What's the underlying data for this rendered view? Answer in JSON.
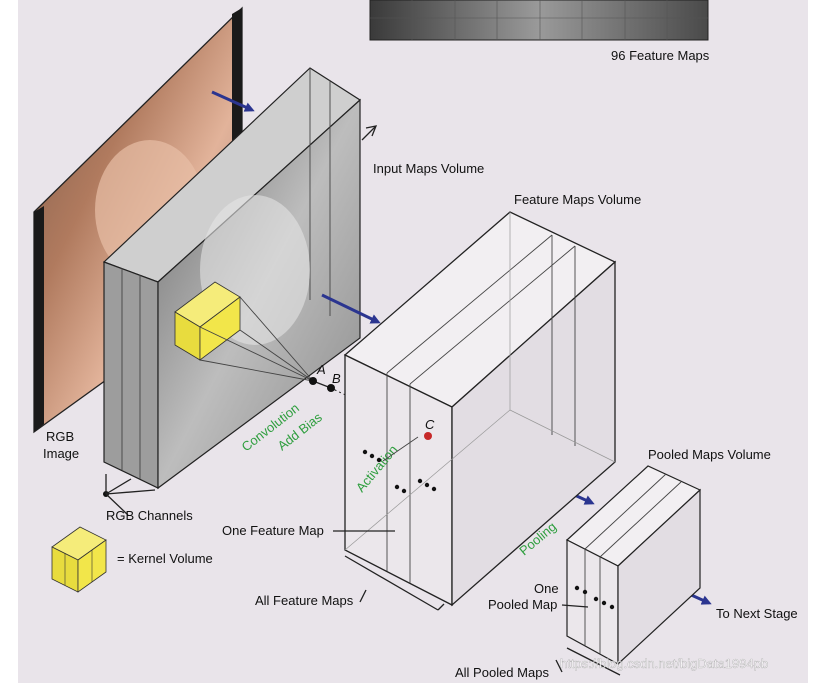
{
  "labels": {
    "feature_maps_96": "96 Feature Maps",
    "input_maps_volume": "Input Maps Volume",
    "feature_maps_volume": "Feature Maps Volume",
    "rgb_image_line1": "RGB",
    "rgb_image_line2": "Image",
    "rgb_channels": "RGB Channels",
    "kernel_volume": "= Kernel Volume",
    "convolution": "Convolution",
    "add_bias": "Add Bias",
    "activation": "Activation",
    "point_a": "A",
    "point_b": "B",
    "point_c": "C",
    "one_feature_map": "One Feature Map",
    "all_feature_maps": "All Feature Maps",
    "pooling": "Pooling",
    "pooled_maps_volume": "Pooled Maps Volume",
    "one_pooled_map_line1": "One",
    "one_pooled_map_line2": "Pooled Map",
    "to_next_stage": "To Next Stage",
    "all_pooled_maps": "All Pooled Maps",
    "watermark": "https://blog.csdn.net/bigData1994pb"
  },
  "colors": {
    "background": "#ffffff",
    "panel": "#e9e4ea",
    "arrow": "#2b3590",
    "green_text": "#2e9e3e",
    "kernel_yellow": "#f2e64a",
    "point_c": "#c62828"
  }
}
